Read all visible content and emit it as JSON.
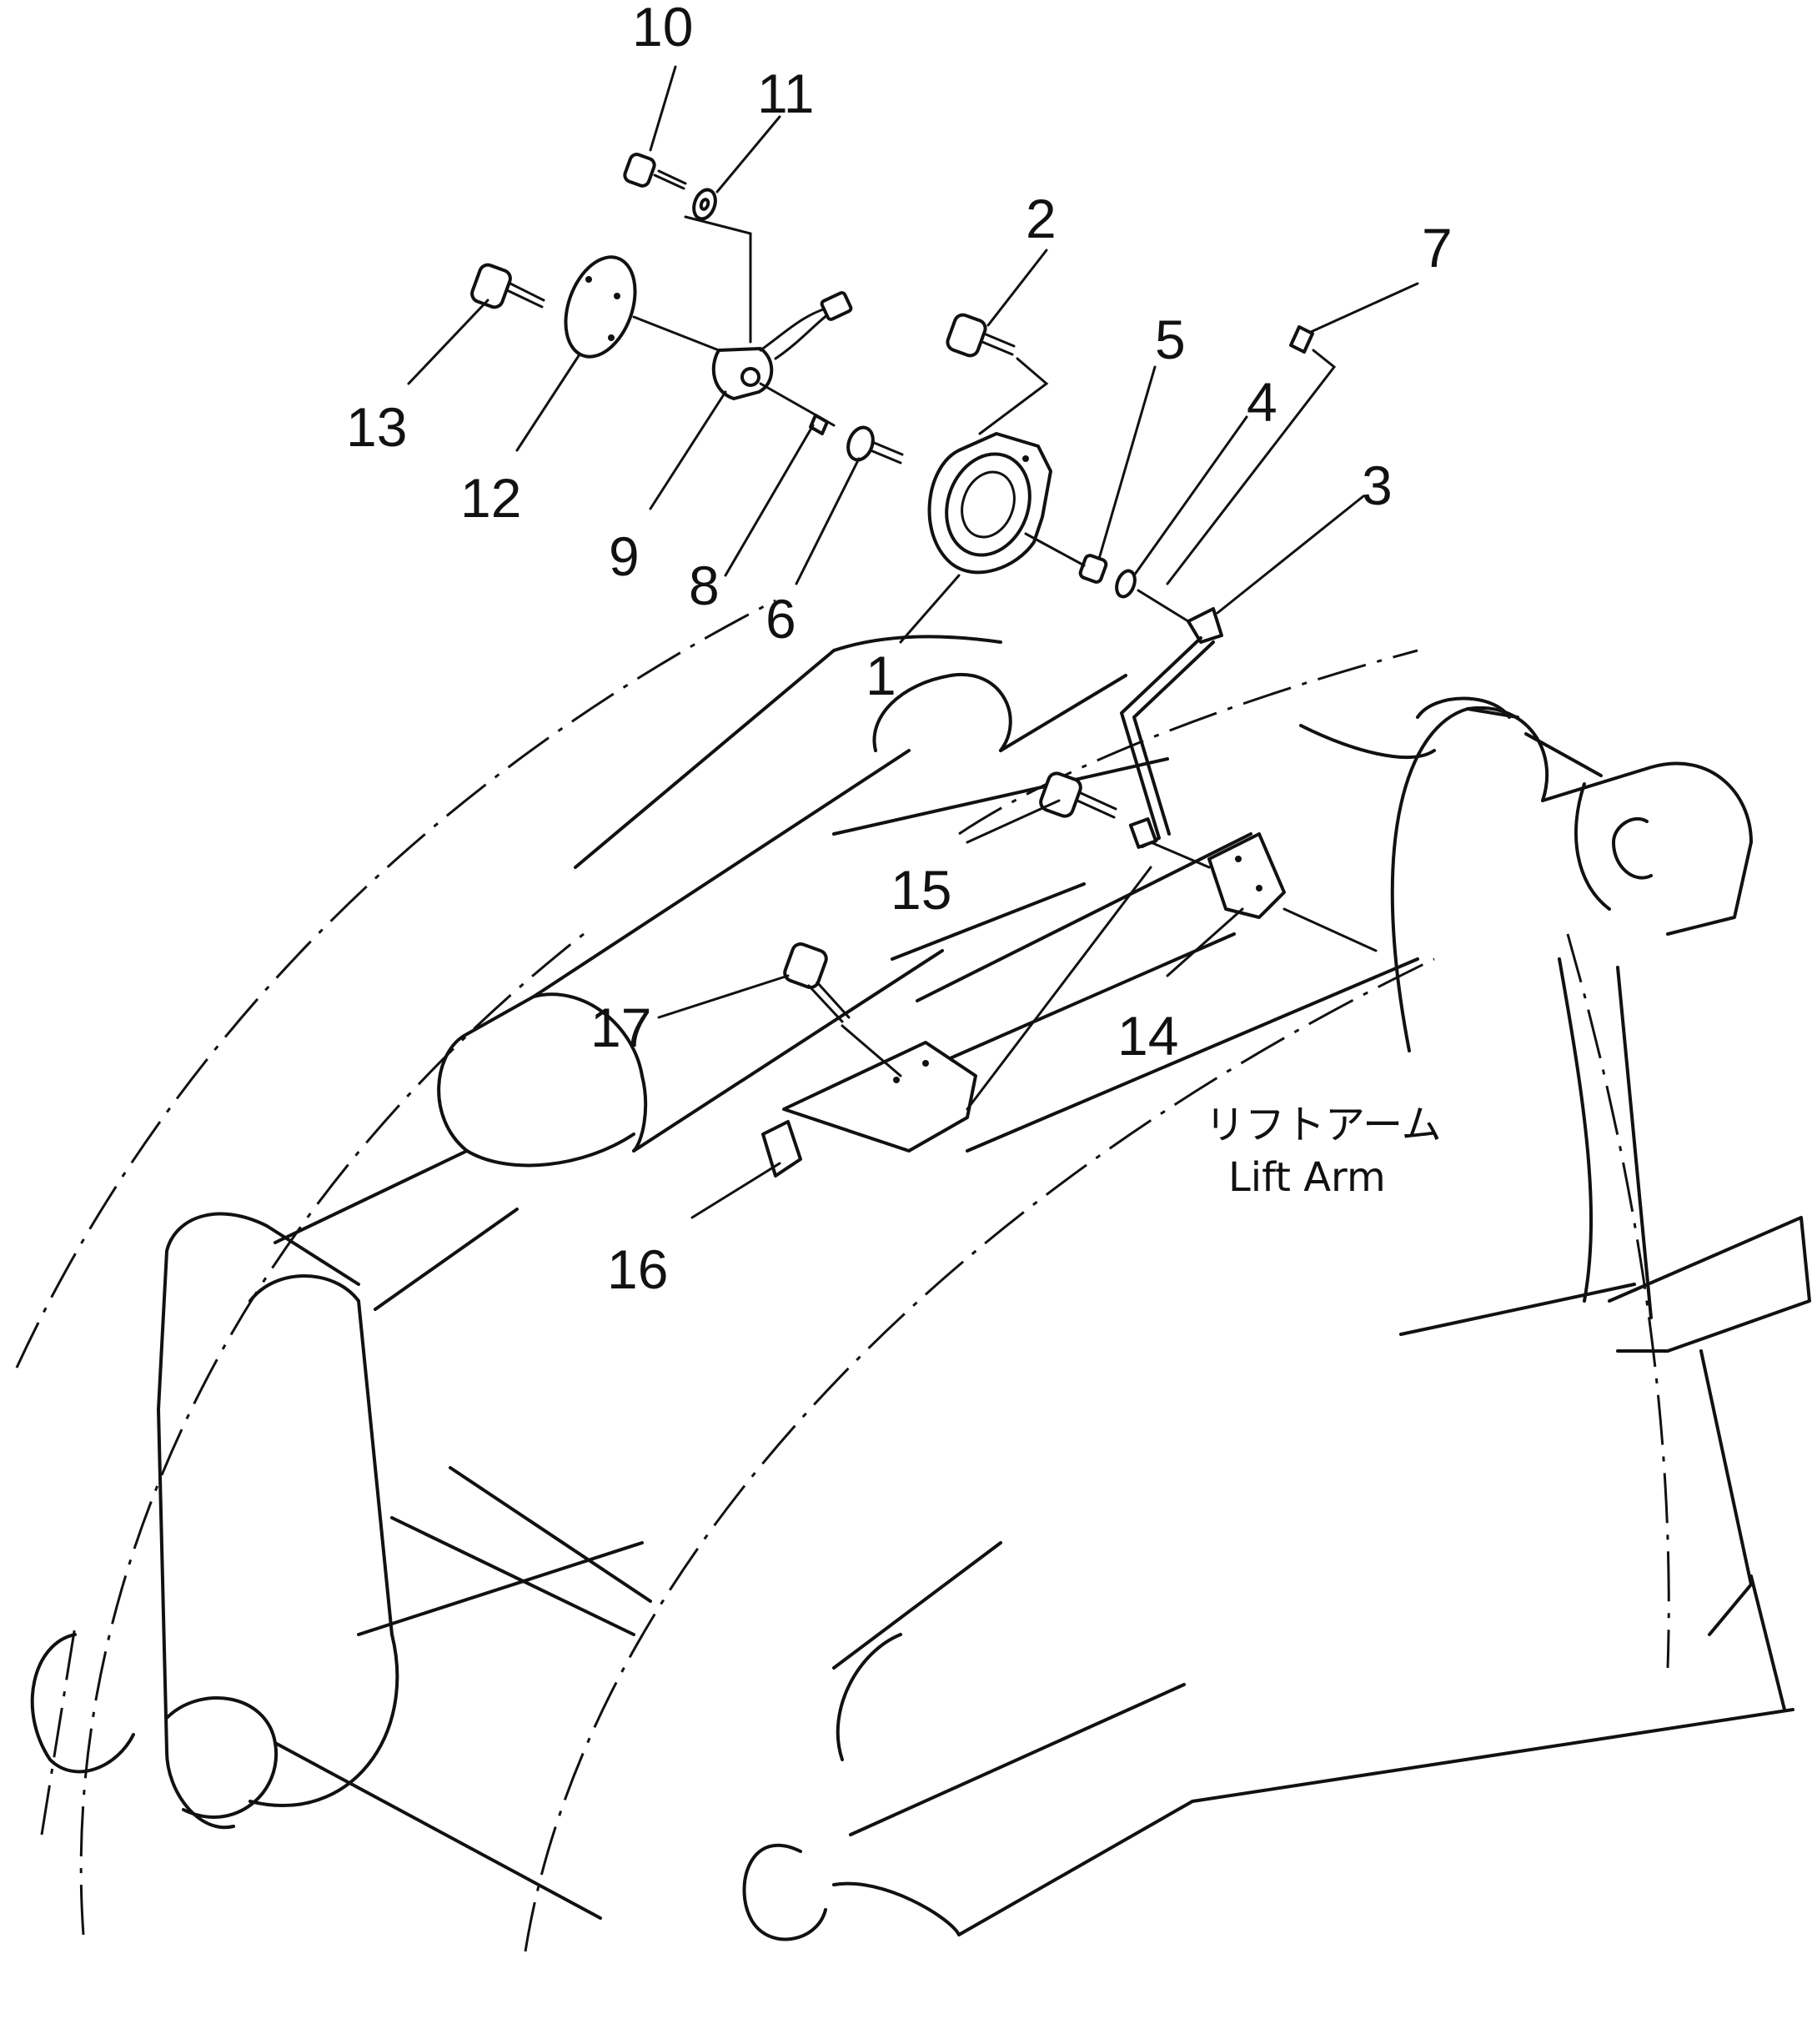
{
  "callouts": [
    {
      "id": "c1",
      "text": "1"
    },
    {
      "id": "c2",
      "text": "2"
    },
    {
      "id": "c3",
      "text": "3"
    },
    {
      "id": "c4",
      "text": "4"
    },
    {
      "id": "c5",
      "text": "5"
    },
    {
      "id": "c6",
      "text": "6"
    },
    {
      "id": "c7",
      "text": "7"
    },
    {
      "id": "c8",
      "text": "8"
    },
    {
      "id": "c9",
      "text": "9"
    },
    {
      "id": "c10",
      "text": "10"
    },
    {
      "id": "c11",
      "text": "11"
    },
    {
      "id": "c12",
      "text": "12"
    },
    {
      "id": "c13",
      "text": "13"
    },
    {
      "id": "c14",
      "text": "14"
    },
    {
      "id": "c15",
      "text": "15"
    },
    {
      "id": "c16",
      "text": "16"
    },
    {
      "id": "c17",
      "text": "17"
    }
  ],
  "label": {
    "japanese": "リフトアーム",
    "english": "Lift Arm"
  }
}
